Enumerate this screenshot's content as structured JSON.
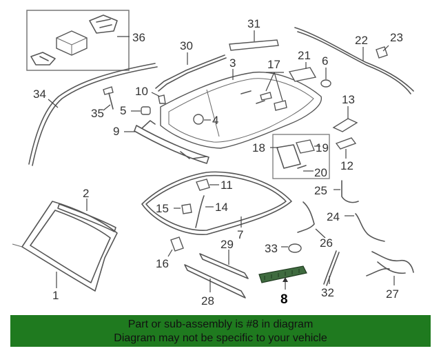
{
  "callouts": {
    "c1": "1",
    "c2": "2",
    "c3": "3",
    "c4": "4",
    "c5": "5",
    "c6": "6",
    "c7": "7",
    "c8": "8",
    "c9": "9",
    "c10": "10",
    "c11": "11",
    "c12": "12",
    "c13": "13",
    "c14": "14",
    "c15": "15",
    "c16": "16",
    "c17": "17",
    "c18": "18",
    "c19": "19",
    "c20": "20",
    "c21": "21",
    "c22": "22",
    "c23": "23",
    "c24": "24",
    "c25": "25",
    "c26": "26",
    "c27": "27",
    "c28": "28",
    "c29": "29",
    "c30": "30",
    "c31": "31",
    "c32": "32",
    "c33": "33",
    "c34": "34",
    "c35": "35",
    "c36": "36"
  },
  "highlighted_part": "8",
  "banner": {
    "line1": "Part or sub-assembly is #8 in diagram",
    "line2": "Diagram may not be specific to your vehicle"
  },
  "colors": {
    "banner_bg": "#1f7a1f",
    "highlight_part": "#3f6b3f"
  }
}
